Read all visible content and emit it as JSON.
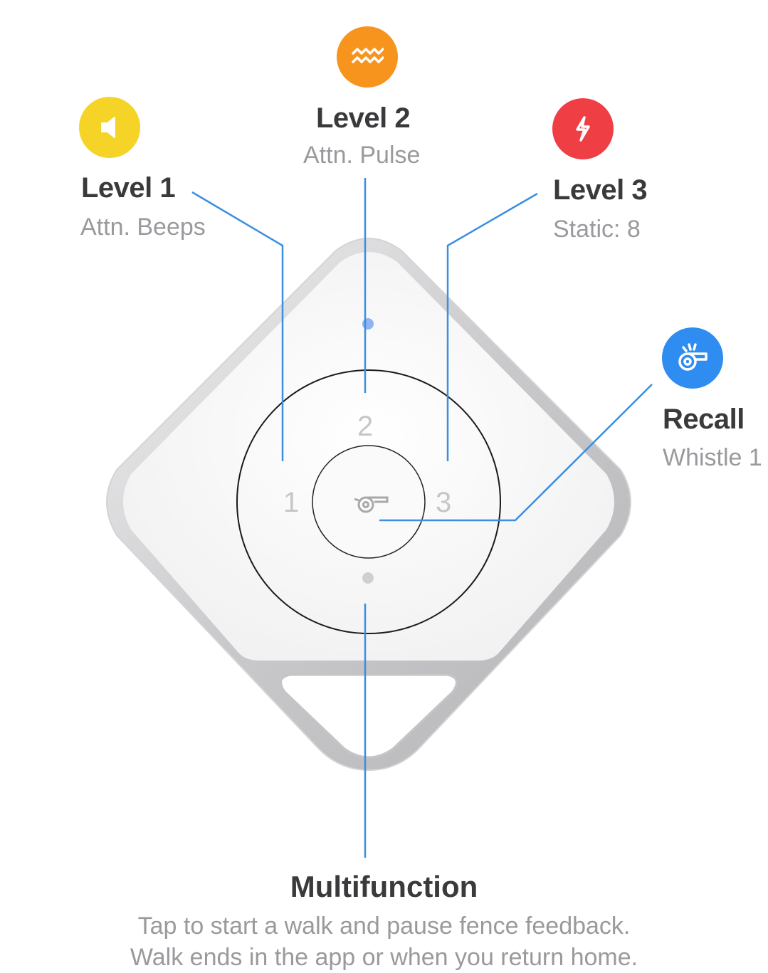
{
  "colors": {
    "level1": "#f5d327",
    "level2": "#f7941d",
    "level3": "#f03e45",
    "recall": "#2f8cf0",
    "callout_line": "#3b8fe0",
    "title_text": "#3a3a3c",
    "sub_text": "#9a9a9e"
  },
  "callouts": {
    "level1": {
      "icon": "speaker-icon",
      "title": "Level 1",
      "subtitle": "Attn. Beeps"
    },
    "level2": {
      "icon": "pulse-waves-icon",
      "title": "Level 2",
      "subtitle": "Attn. Pulse"
    },
    "level3": {
      "icon": "lightning-icon",
      "title": "Level 3",
      "subtitle": "Static: 8"
    },
    "recall": {
      "icon": "whistle-icon",
      "title": "Recall",
      "subtitle": "Whistle 1"
    },
    "multifunction": {
      "title": "Multifunction",
      "line1": "Tap to start a walk and pause fence feedback.",
      "line2": "Walk ends in the app or when you return home."
    }
  },
  "device": {
    "button1": "1",
    "button2": "2",
    "button3": "3",
    "center_icon": "whistle-icon",
    "status_led": "led-indicator"
  }
}
